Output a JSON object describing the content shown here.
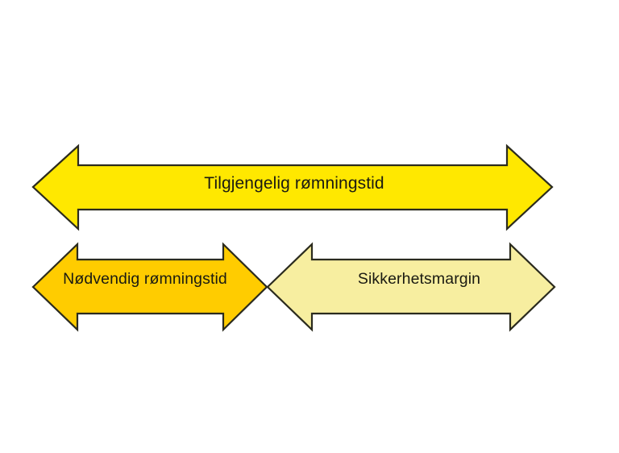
{
  "diagram": {
    "background_color": "#ffffff",
    "outline_color": "#2b2b1e",
    "arrows": [
      {
        "id": "available-egress-time",
        "label": "Tilgjengelig rømningstid",
        "fill_color": "#ffe800",
        "direction": "double",
        "row": "top",
        "span": "full"
      },
      {
        "id": "required-egress-time",
        "label": "Nødvendig rømningstid",
        "fill_color": "#ffcc00",
        "direction": "double",
        "row": "bottom",
        "span": "left"
      },
      {
        "id": "safety-margin",
        "label": "Sikkerhetsmargin",
        "fill_color": "#f7eea0",
        "direction": "double",
        "row": "bottom",
        "span": "right"
      }
    ]
  }
}
